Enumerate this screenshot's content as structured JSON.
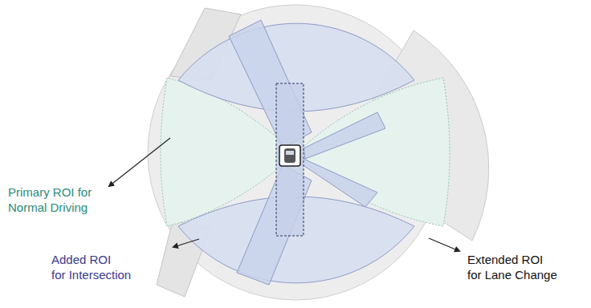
{
  "diagram": {
    "labels": [
      "Primary ROI for Normal Driving",
      "Added ROI for Intersection",
      "Extended ROI for Lane Change"
    ]
  }
}
